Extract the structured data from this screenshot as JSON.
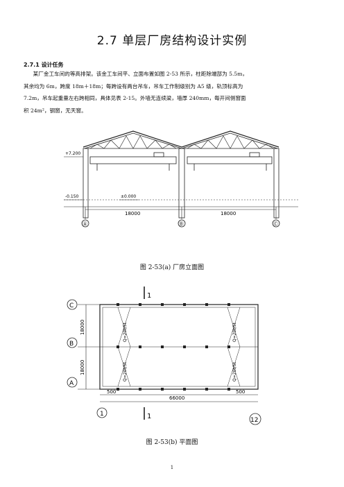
{
  "title": "2.7 单层厂房结构设计实例",
  "section": "2.7.1 设计任务",
  "paragraph_lines": [
    "某厂金工车间的等高排架。该金工车间平、立面布置如图 2-53 所示，柱距除端部为 5.5m，",
    "其余均为 6m，跨度 18m＋18m；每跨设有两台吊车，吊车工作制级别为 A5 级，轨顶标高为",
    "7.2m，吊车起重量左右跨相同，具体见表 2-15。外墙无连续梁，墙厚 240mm，每开间侧窗面",
    "积 24m²，钢窗，无天窗。"
  ],
  "elevation": {
    "level_rail": "+7.200",
    "level_base": "-0.150",
    "level_floor": "±0.000",
    "span_left": "18000",
    "span_right": "18000",
    "axis_left": "Ⓐ",
    "axis_mid": "Ⓑ",
    "axis_right": "Ⓒ",
    "caption": "图 2-53(a)  厂房立面图"
  },
  "plan": {
    "axis_C": "C",
    "axis_B": "B",
    "axis_A": "A",
    "dim_top": "18000",
    "dim_bottom": "18000",
    "crane_label": "Q=20t/5t",
    "end_left": "500",
    "end_right": "500",
    "total_length": "66000",
    "axis_1": "1",
    "axis_12": "12",
    "section_mark": "1",
    "caption": "图 2-53(b)    平面图"
  },
  "page_number": "1"
}
